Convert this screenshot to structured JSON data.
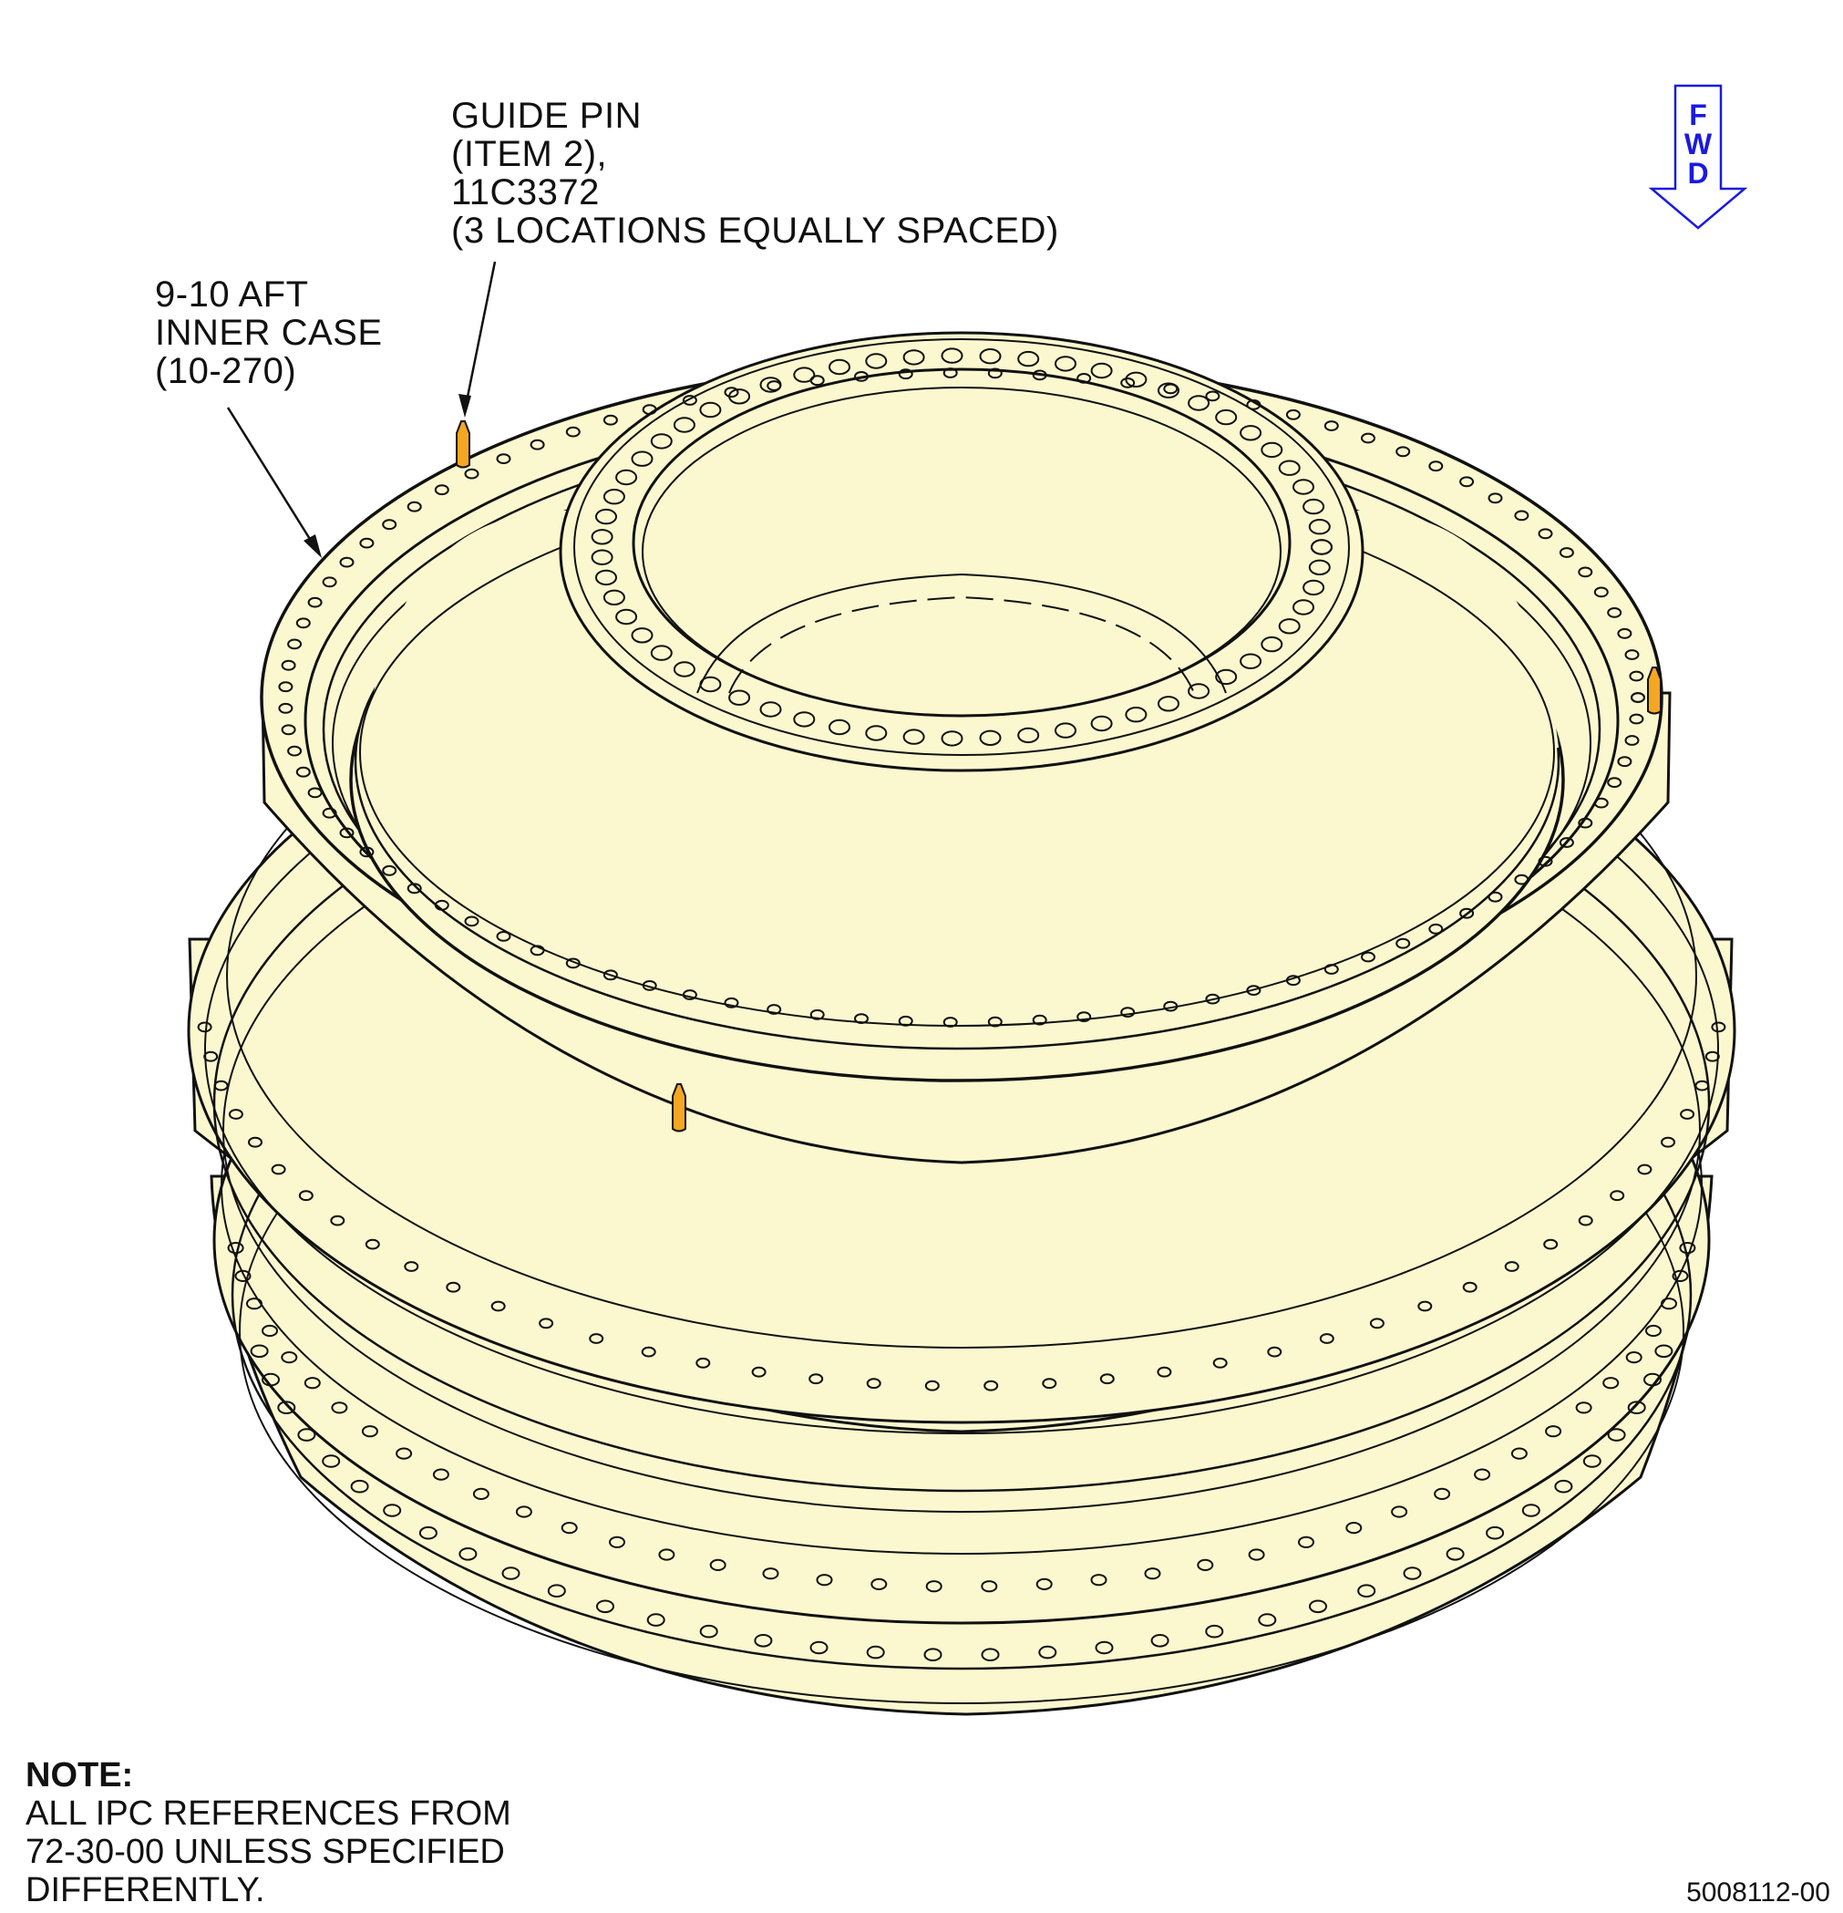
{
  "callouts": {
    "guide_pin": {
      "line1": "GUIDE PIN",
      "line2": "(ITEM 2),",
      "line3": "11C3372",
      "line4": "(3 LOCATIONS EQUALLY SPACED)"
    },
    "case": {
      "line1": "9-10 AFT",
      "line2": "INNER CASE",
      "line3": "(10-270)"
    }
  },
  "direction_indicator": {
    "letters": [
      "F",
      "W",
      "D"
    ],
    "color": "#1a1ae0"
  },
  "note": {
    "title": "NOTE:",
    "lines": [
      "ALL IPC REFERENCES FROM",
      "72-30-00 UNLESS SPECIFIED",
      "DIFFERENTLY."
    ]
  },
  "figure_number": "5008112-00",
  "colors": {
    "part_fill": "#fbf8cf",
    "outline": "#111111",
    "guide_pin": "#f5a623"
  }
}
